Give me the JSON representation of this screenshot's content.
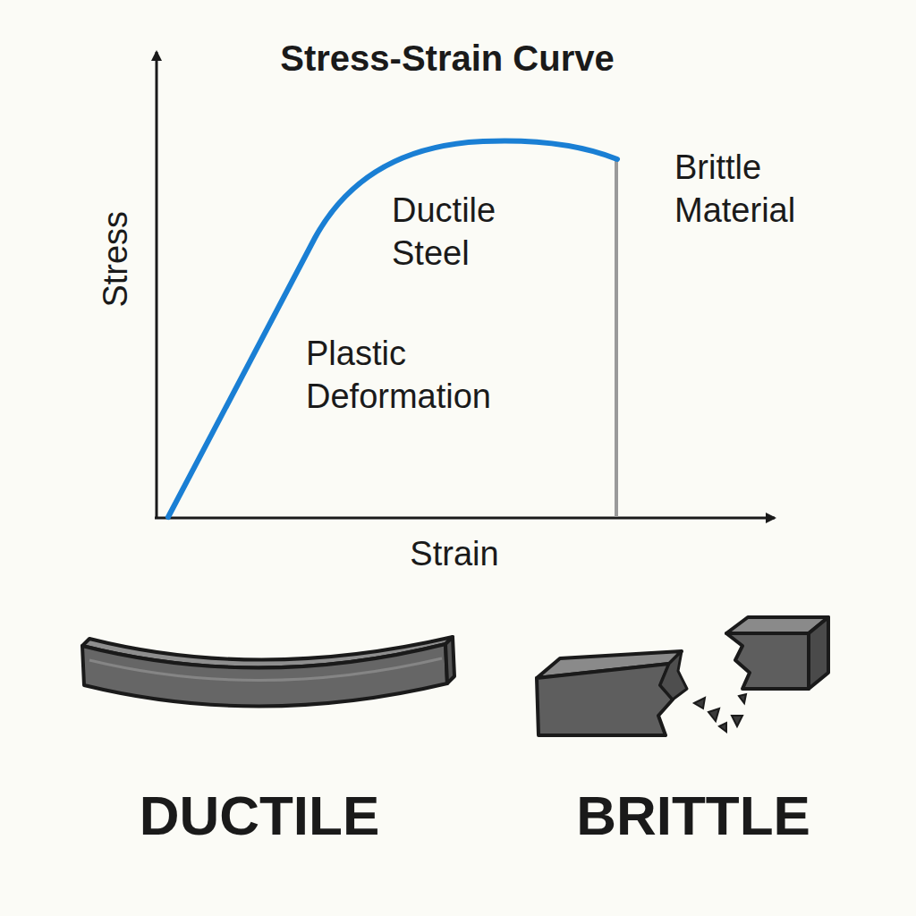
{
  "diagram": {
    "title": "Stress-Strain Curve",
    "labels": [
      "Stress",
      "Strain",
      "Ductile Steel",
      "Plastic Deformation",
      "Brittle Material",
      "DUCTILE",
      "BRITTLE"
    ]
  }
}
